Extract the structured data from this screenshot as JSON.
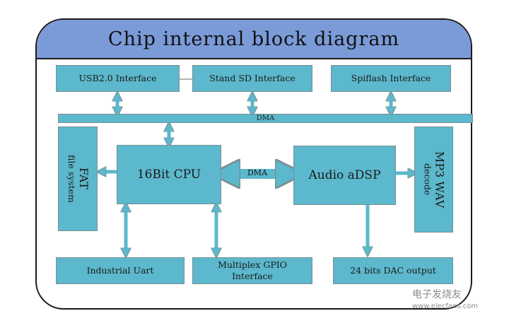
{
  "title": "Chip internal block diagram",
  "blocks": {
    "usb": "USB2.0 Interface",
    "sd": "Stand SD Interface",
    "spiflash": "Spiflash Interface",
    "dma_bus": "DMA",
    "fat_line1": "FAT",
    "fat_line2": "file system",
    "cpu": "16Bit CPU",
    "dma_link": "DMA",
    "adsp": "Audio aDSP",
    "mp3_line1": "MP3 WAV",
    "mp3_line2": "decode",
    "uart": "Industrial Uart",
    "gpio_line1": "Multiplex GPIO",
    "gpio_line2": "Interface",
    "dac": "24 bits DAC output"
  },
  "watermark": {
    "text": "电子发烧友",
    "url": "www.elecfans.com"
  },
  "colors": {
    "header": "#7b9ad8",
    "block": "#5cb8cc",
    "arrow": "#5cb8cc"
  }
}
